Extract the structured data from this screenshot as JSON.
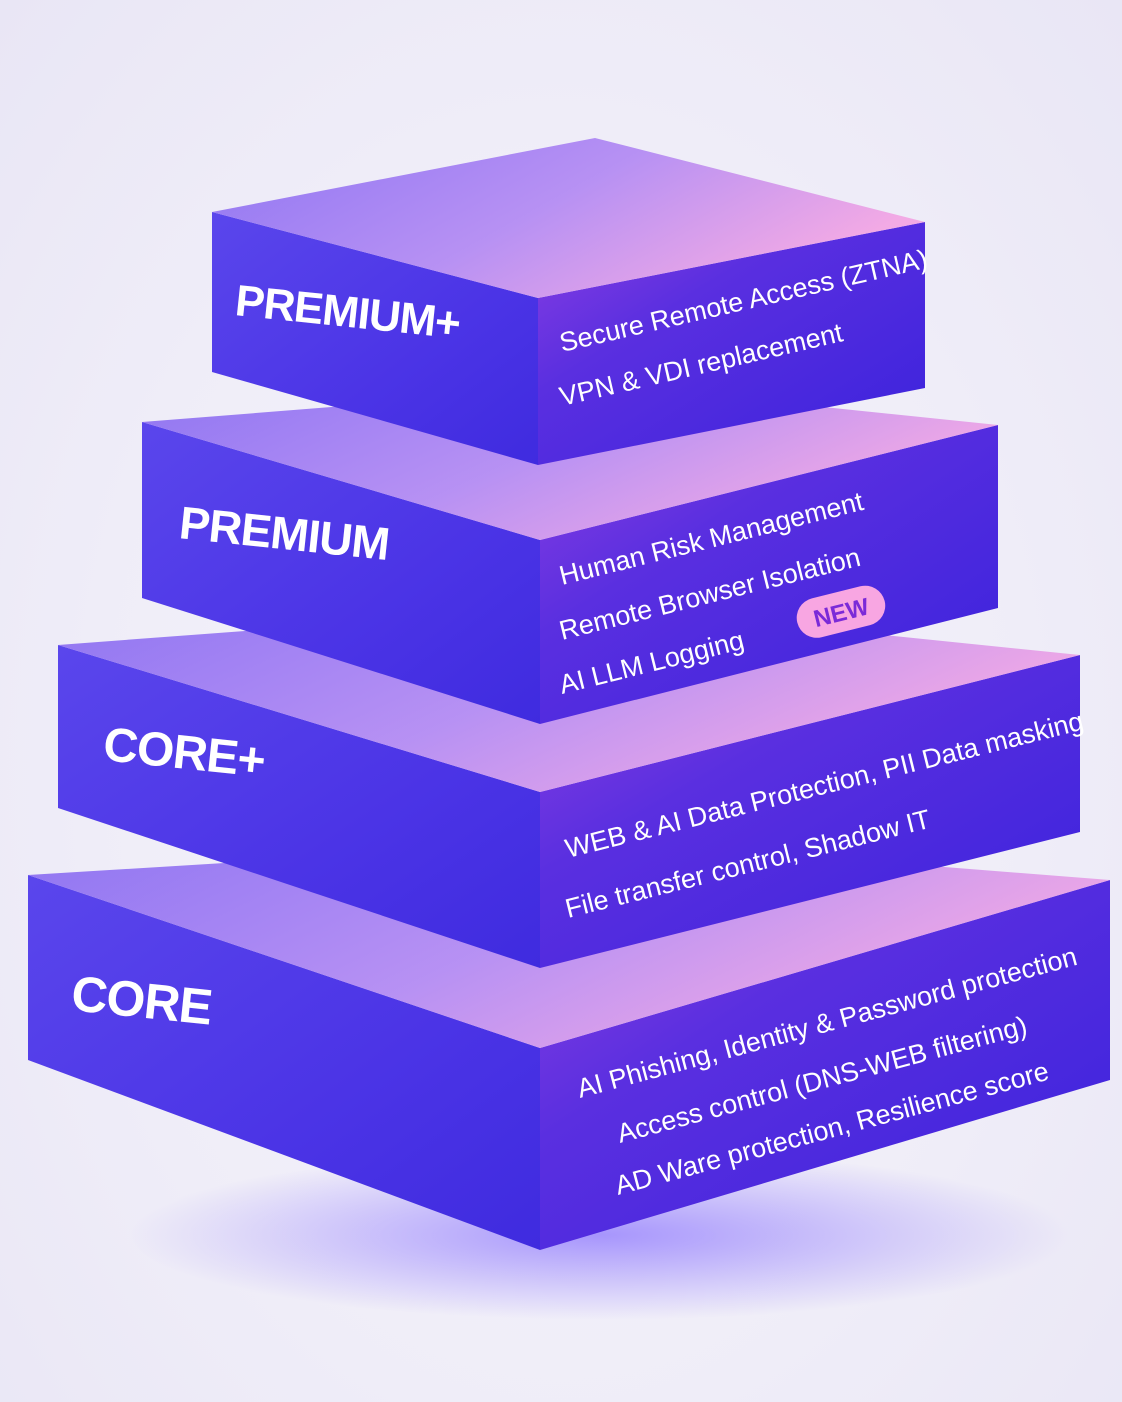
{
  "tiers": {
    "premium_plus": {
      "name": "PREMIUM+",
      "features": [
        "Secure Remote Access (ZTNA)",
        "VPN & VDI replacement"
      ]
    },
    "premium": {
      "name": "PREMIUM",
      "features": [
        "Human Risk Management",
        "Remote Browser Isolation",
        "AI LLM Logging"
      ],
      "badge": "NEW"
    },
    "core_plus": {
      "name": "CORE+",
      "features": [
        "WEB & AI Data Protection, PII Data masking",
        "File transfer control, Shadow IT"
      ]
    },
    "core": {
      "name": "CORE",
      "features": [
        "AI Phishing, Identity & Password protection",
        "Access control (DNS-WEB filtering)",
        "AD Ware protection, Resilience score"
      ]
    }
  },
  "colors": {
    "top_face_light": "#a98cf6",
    "top_face_pink": "#f3a2e6",
    "front_face": "#4b34e6",
    "side_face": "#3a22dc",
    "badge_bg": "#f8a6e2",
    "badge_text": "#7b2ad8"
  }
}
